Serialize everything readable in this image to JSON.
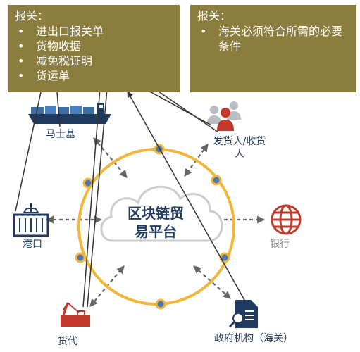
{
  "customs_box": {
    "title": "报关：",
    "items": [
      "进出口报关单",
      "货物收据",
      "减免税证明",
      "货运单"
    ]
  },
  "requirements_box": {
    "title": "报关：",
    "items": [
      "海关必须符合所需的必要条件"
    ]
  },
  "center": {
    "line1": "区块链贸",
    "line2": "易平台"
  },
  "nodes": {
    "maersk": "马士基",
    "shipper": "发货人/收货人",
    "port": "港口",
    "bank": "银行",
    "forwarder": "货代",
    "government": "政府机构（海关）"
  },
  "colors": {
    "box_bg": "#8b7d3e",
    "ring": "#f2b63a",
    "node_dot": "#4a78b0",
    "navy": "#1f3a5f",
    "red_icon": "#c0392b"
  }
}
